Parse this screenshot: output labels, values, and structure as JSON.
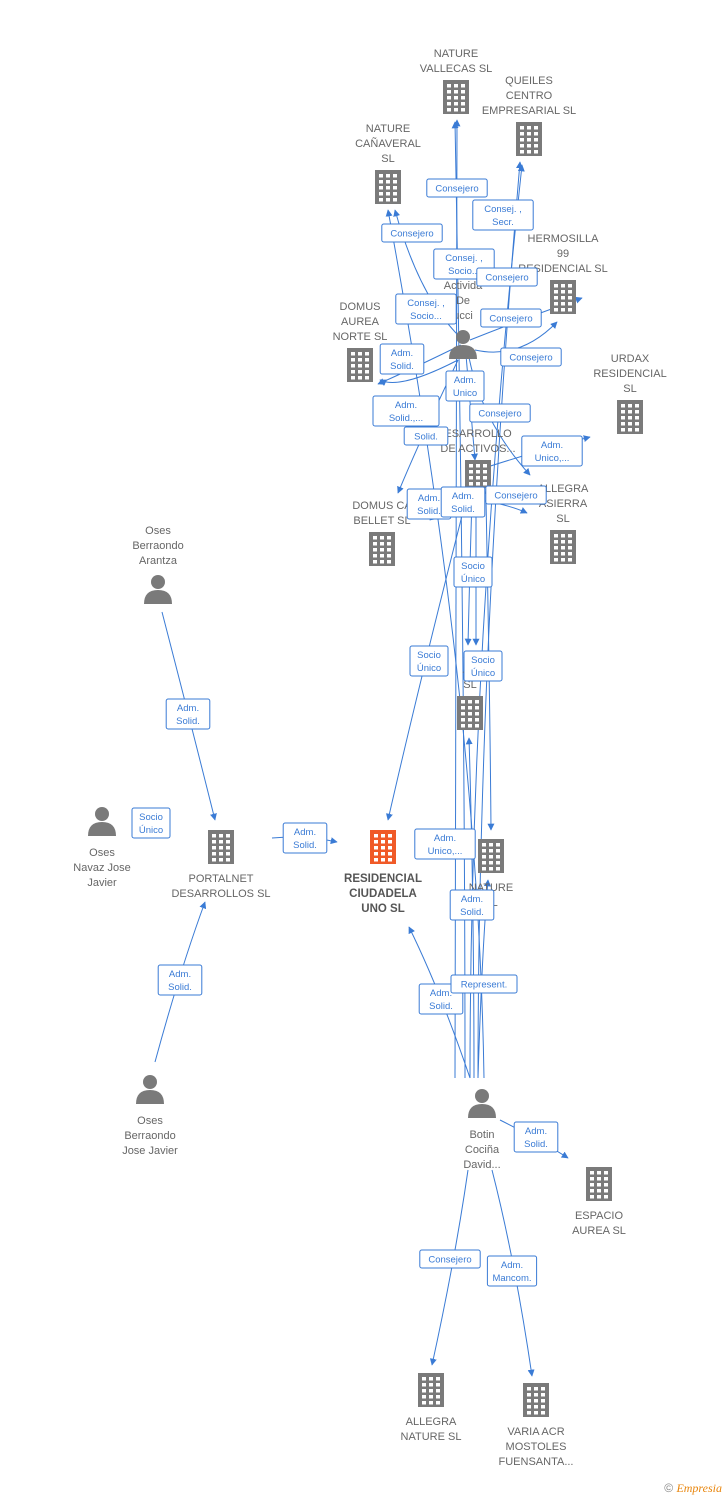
{
  "colors": {
    "edge": "#3a7bd5",
    "node": "#7a7a7a",
    "main_node": "#f05a28",
    "label_border": "#3a7bd5"
  },
  "nodes": [
    {
      "id": "nature_vallecas",
      "type": "company",
      "lines": [
        "NATURE",
        "VALLECAS  SL"
      ]
    },
    {
      "id": "queiles",
      "type": "company",
      "lines": [
        "QUEILES",
        "CENTRO",
        "EMPRESARIAL SL"
      ]
    },
    {
      "id": "nature_canaveral",
      "type": "company",
      "lines": [
        "NATURE",
        "CAÑAVERAL",
        "SL"
      ]
    },
    {
      "id": "hermosilla",
      "type": "company",
      "lines": [
        "HERMOSILLA",
        "99",
        "RESIDENCIAL SL"
      ]
    },
    {
      "id": "actividades",
      "type": "person",
      "lines": [
        "Activida",
        "De",
        "ucci"
      ]
    },
    {
      "id": "domus_aurea_norte",
      "type": "company",
      "lines": [
        "DOMUS",
        "AUREA",
        "NORTE  SL"
      ]
    },
    {
      "id": "urdax",
      "type": "company",
      "lines": [
        "URDAX",
        "RESIDENCIAL",
        "SL"
      ]
    },
    {
      "id": "desarrollo_activos",
      "type": "company",
      "lines": [
        "ESARROLLO",
        "DE ACTIVOS..."
      ]
    },
    {
      "id": "allegra_sierra",
      "type": "company",
      "lines": [
        "ALLEGRA",
        "ASIERRA",
        "SL"
      ]
    },
    {
      "id": "domus_bellet",
      "type": "company",
      "lines": [
        "DOMUS CA",
        "BELLET  SL"
      ]
    },
    {
      "id": "oses_arantza",
      "type": "person",
      "lines": [
        "Oses",
        "Berraondo",
        "Arantza"
      ]
    },
    {
      "id": "al_company",
      "type": "company",
      "lines": [
        "AL",
        "AE",
        "SL"
      ]
    },
    {
      "id": "oses_navaz",
      "type": "person",
      "lines": [
        "Oses",
        "Navaz Jose",
        "Javier"
      ]
    },
    {
      "id": "portalnet",
      "type": "company",
      "lines": [
        "PORTALNET",
        "DESARROLLOS SL"
      ]
    },
    {
      "id": "residencial_ciudadela",
      "type": "main",
      "lines": [
        "RESIDENCIAL",
        "CIUDADELA",
        "UNO  SL"
      ]
    },
    {
      "id": "nature_sl",
      "type": "company",
      "lines": [
        "NATURE",
        "SL"
      ]
    },
    {
      "id": "oses_jose_javier",
      "type": "person",
      "lines": [
        "Oses",
        "Berraondo",
        "Jose Javier"
      ]
    },
    {
      "id": "botin",
      "type": "person",
      "lines": [
        "Botin",
        "Cociña",
        "David..."
      ]
    },
    {
      "id": "espacio_aurea",
      "type": "company",
      "lines": [
        "ESPACIO",
        "AUREA  SL"
      ]
    },
    {
      "id": "allegra_nature",
      "type": "company",
      "lines": [
        "ALLEGRA",
        "NATURE  SL"
      ]
    },
    {
      "id": "varia_acr",
      "type": "company",
      "lines": [
        "VARIA ACR",
        "MOSTOLES",
        "FUENSANTA..."
      ]
    }
  ],
  "edge_labels": [
    {
      "lines": [
        "Consejero"
      ]
    },
    {
      "lines": [
        "Consej. ,",
        "Secr."
      ]
    },
    {
      "lines": [
        "Consejero"
      ]
    },
    {
      "lines": [
        "Consej. ,",
        "Socio..."
      ]
    },
    {
      "lines": [
        "Consejero"
      ]
    },
    {
      "lines": [
        "Consej. ,",
        "Socio..."
      ]
    },
    {
      "lines": [
        "Consejero"
      ]
    },
    {
      "lines": [
        "Adm.",
        "Solid."
      ]
    },
    {
      "lines": [
        "Consejero"
      ]
    },
    {
      "lines": [
        "Adm.",
        "Unico"
      ]
    },
    {
      "lines": [
        "Adm.",
        "Solid.,..."
      ]
    },
    {
      "lines": [
        "Consejero"
      ]
    },
    {
      "lines": [
        "Solid."
      ]
    },
    {
      "lines": [
        "Adm.",
        "Unico,..."
      ]
    },
    {
      "lines": [
        "Adm.",
        "Solid."
      ]
    },
    {
      "lines": [
        "Adm.",
        "Solid."
      ]
    },
    {
      "lines": [
        "Consejero"
      ]
    },
    {
      "lines": [
        "Socio",
        "Único"
      ]
    },
    {
      "lines": [
        "Socio",
        "Único"
      ]
    },
    {
      "lines": [
        "Socio",
        "Único"
      ]
    },
    {
      "lines": [
        "Adm.",
        "Solid."
      ]
    },
    {
      "lines": [
        "Socio",
        "Único"
      ]
    },
    {
      "lines": [
        "Adm.",
        "Solid."
      ]
    },
    {
      "lines": [
        "Adm.",
        "Unico,..."
      ]
    },
    {
      "lines": [
        "Adm.",
        "Solid."
      ]
    },
    {
      "lines": [
        "Adm.",
        "Solid."
      ]
    },
    {
      "lines": [
        "Adm.",
        "Solid."
      ]
    },
    {
      "lines": [
        "Represent."
      ]
    },
    {
      "lines": [
        "Adm.",
        "Solid."
      ]
    },
    {
      "lines": [
        "Consejero"
      ]
    },
    {
      "lines": [
        "Adm.",
        "Mancom."
      ]
    }
  ],
  "footer": {
    "copyright": "©",
    "brand": "Empresia"
  }
}
